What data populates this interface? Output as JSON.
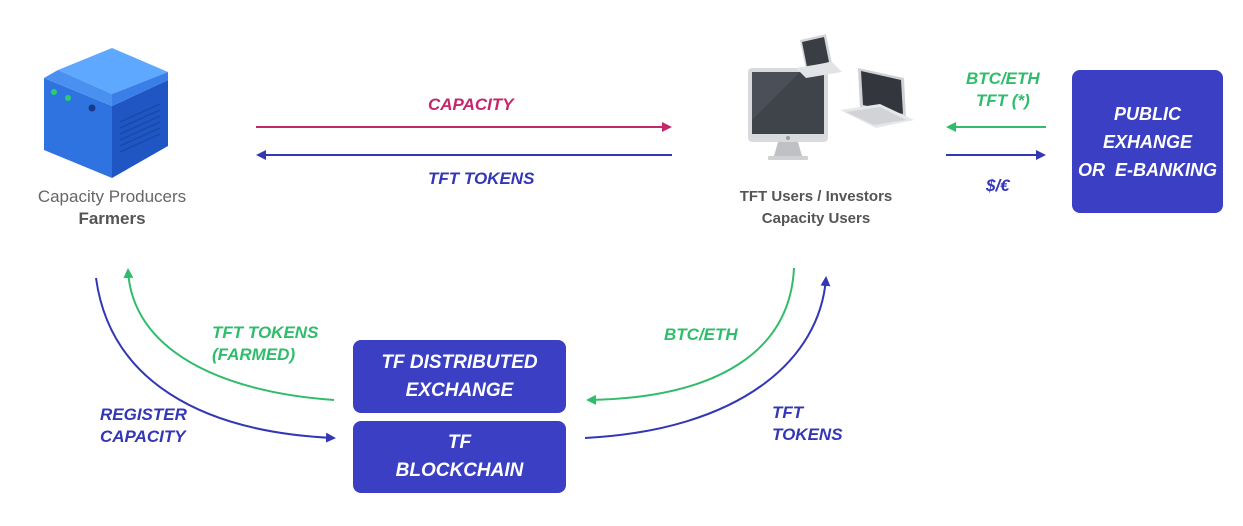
{
  "producers": {
    "title": "Capacity Producers",
    "subtitle": "Farmers"
  },
  "users": {
    "line1": "TFT Users / Investors",
    "line2": "Capacity Users"
  },
  "public_exchange": {
    "line1": "PUBLIC",
    "line2": "EXHANGE",
    "line3": "OR  E-BANKING"
  },
  "distributed_exchange": {
    "line1": "TF DISTRIBUTED",
    "line2": "EXCHANGE"
  },
  "blockchain": {
    "line1": "TF",
    "line2": "BLOCKCHAIN"
  },
  "flows": {
    "capacity": "CAPACITY",
    "tft_tokens_top": "TFT TOKENS",
    "btc_eth_tft_1": "BTC/ETH",
    "btc_eth_tft_2": "TFT (*)",
    "fiat": "$/€",
    "tft_farmed_1": "TFT TOKENS",
    "tft_farmed_2": "(FARMED)",
    "register_1": "REGISTER",
    "register_2": "CAPACITY",
    "btc_eth_bottom": "BTC/ETH",
    "tft_bottom_1": "TFT",
    "tft_bottom_2": "TOKENS"
  },
  "colors": {
    "navy": "#3437b5",
    "box": "#3a3fc3",
    "pink": "#c4286a",
    "green": "#2fbd6b",
    "gray_text": "#555555",
    "cube": "#2f73e0"
  },
  "icons": [
    "server-cube-icon",
    "imac-icon",
    "laptop-small-icon",
    "laptop-large-icon"
  ]
}
